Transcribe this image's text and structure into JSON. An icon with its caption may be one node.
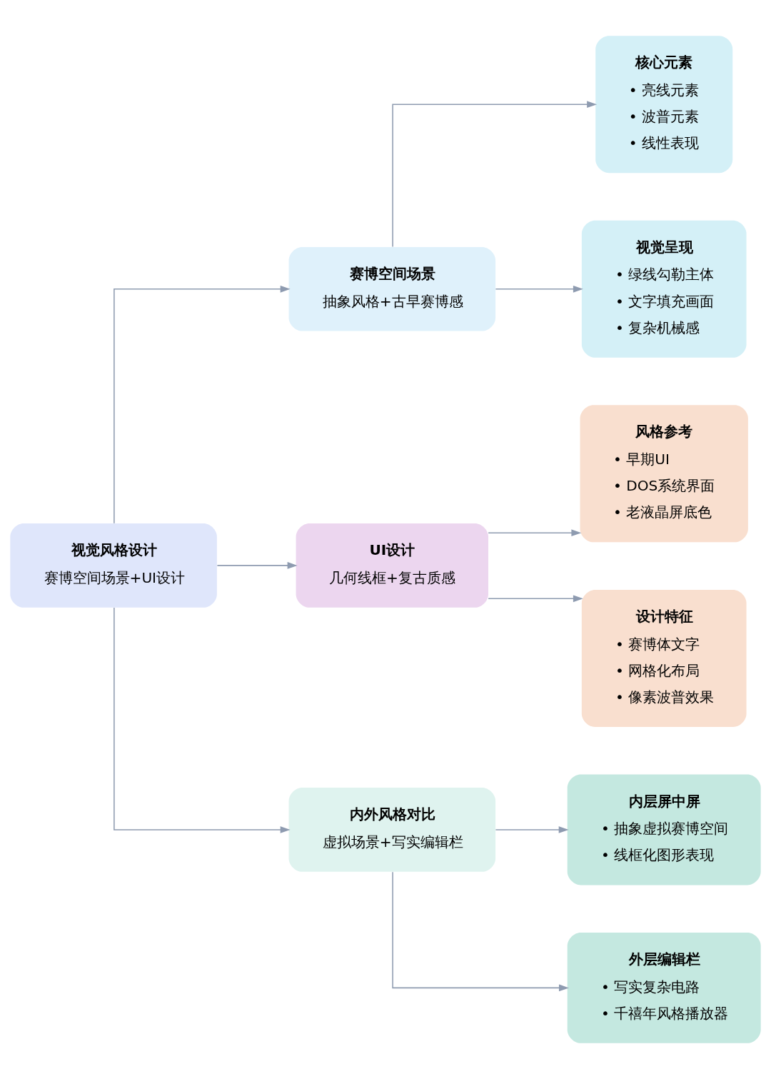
{
  "diagram": {
    "nodes": [
      {
        "text": [
          "视觉风格设计",
          "赛博空间场景+UI设计"
        ]
      },
      {
        "text": [
          "赛博空间场景",
          "抽象风格+古早赛博感"
        ]
      },
      {
        "text": [
          "核心元素",
          "• 亮线元素",
          "• 波普元素",
          "• 线性表现"
        ]
      },
      {
        "text": [
          "视觉呈现",
          "• 绿线勾勒主体",
          "• 文字填充画面",
          "• 复杂机械感"
        ]
      },
      {
        "text": [
          "UI设计",
          "几何线框+复古质感"
        ]
      },
      {
        "text": [
          "风格参考",
          "• 早期UI",
          "• DOS系统界面",
          "• 老液晶屏底色"
        ]
      },
      {
        "text": [
          "设计特征",
          "• 赛博体文字",
          "• 网格化布局",
          "• 像素波普效果"
        ]
      },
      {
        "text": [
          "内外风格对比",
          "虚拟场景+写实编辑栏"
        ]
      },
      {
        "text": [
          "内层屏中屏",
          "• 抽象虚拟赛博空间",
          "• 线框化图形表现"
        ]
      },
      {
        "text": [
          "外层编辑栏",
          "• 写实复杂电路",
          "• 千禧年风格播放器"
        ]
      }
    ],
    "edges": [
      {
        "from": 0,
        "to": 1,
        "arrow": "to"
      },
      {
        "from": 0,
        "to": 4,
        "arrow": "to"
      },
      {
        "from": 0,
        "to": 7,
        "arrow": "to"
      },
      {
        "from": 1,
        "to": 2,
        "arrow": "to"
      },
      {
        "from": 1,
        "to": 3,
        "arrow": "to"
      },
      {
        "from": 4,
        "to": 5,
        "arrow": "to"
      },
      {
        "from": 4,
        "to": 6,
        "arrow": "to"
      },
      {
        "from": 7,
        "to": 8,
        "arrow": "to"
      },
      {
        "from": 7,
        "to": 9,
        "arrow": "to"
      }
    ]
  }
}
